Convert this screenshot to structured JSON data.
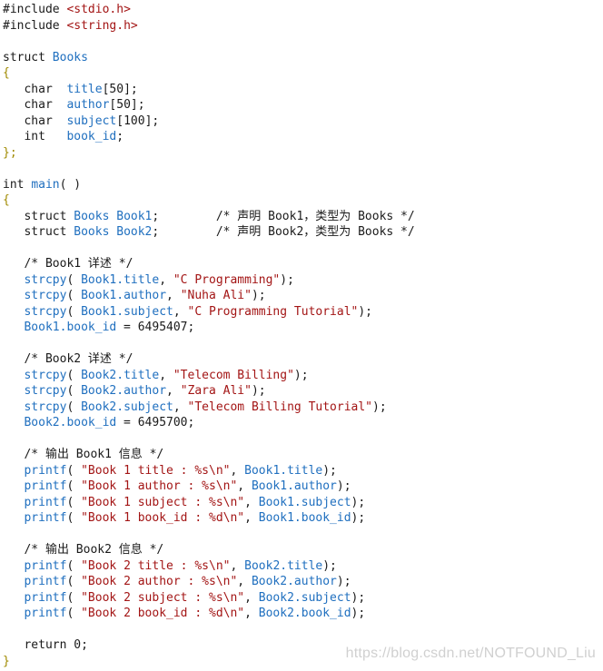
{
  "code_lines": [
    [
      {
        "t": "#include ",
        "c": "pre"
      },
      {
        "t": "<stdio.h>",
        "c": "hdr"
      }
    ],
    [
      {
        "t": "#include ",
        "c": "pre"
      },
      {
        "t": "<string.h>",
        "c": "hdr"
      }
    ],
    [],
    [
      {
        "t": "struct ",
        "c": "kw"
      },
      {
        "t": "Books",
        "c": "id"
      }
    ],
    [
      {
        "t": "{",
        "c": "brace"
      }
    ],
    [
      {
        "t": "   char  ",
        "c": "type"
      },
      {
        "t": "title",
        "c": "id"
      },
      {
        "t": "[",
        "c": "punc"
      },
      {
        "t": "50",
        "c": "num"
      },
      {
        "t": "];",
        "c": "punc"
      }
    ],
    [
      {
        "t": "   char  ",
        "c": "type"
      },
      {
        "t": "author",
        "c": "id"
      },
      {
        "t": "[",
        "c": "punc"
      },
      {
        "t": "50",
        "c": "num"
      },
      {
        "t": "];",
        "c": "punc"
      }
    ],
    [
      {
        "t": "   char  ",
        "c": "type"
      },
      {
        "t": "subject",
        "c": "id"
      },
      {
        "t": "[",
        "c": "punc"
      },
      {
        "t": "100",
        "c": "num"
      },
      {
        "t": "];",
        "c": "punc"
      }
    ],
    [
      {
        "t": "   int   ",
        "c": "type"
      },
      {
        "t": "book_id",
        "c": "id"
      },
      {
        "t": ";",
        "c": "punc"
      }
    ],
    [
      {
        "t": "};",
        "c": "brace"
      }
    ],
    [],
    [
      {
        "t": "int ",
        "c": "type"
      },
      {
        "t": "main",
        "c": "id"
      },
      {
        "t": "( )",
        "c": "punc"
      }
    ],
    [
      {
        "t": "{",
        "c": "brace"
      }
    ],
    [
      {
        "t": "   struct ",
        "c": "kw"
      },
      {
        "t": "Books Book1",
        "c": "id"
      },
      {
        "t": ";        ",
        "c": "punc"
      },
      {
        "t": "/* 声明 Book1，类型为 Books */",
        "c": "cmt"
      }
    ],
    [
      {
        "t": "   struct ",
        "c": "kw"
      },
      {
        "t": "Books Book2",
        "c": "id"
      },
      {
        "t": ";        ",
        "c": "punc"
      },
      {
        "t": "/* 声明 Book2，类型为 Books */",
        "c": "cmt"
      }
    ],
    [],
    [
      {
        "t": "   /* Book1 详述 */",
        "c": "cmt"
      }
    ],
    [
      {
        "t": "   ",
        "c": "plain"
      },
      {
        "t": "strcpy",
        "c": "id"
      },
      {
        "t": "( ",
        "c": "punc"
      },
      {
        "t": "Book1.title",
        "c": "id"
      },
      {
        "t": ", ",
        "c": "punc"
      },
      {
        "t": "\"C Programming\"",
        "c": "str"
      },
      {
        "t": ");",
        "c": "punc"
      }
    ],
    [
      {
        "t": "   ",
        "c": "plain"
      },
      {
        "t": "strcpy",
        "c": "id"
      },
      {
        "t": "( ",
        "c": "punc"
      },
      {
        "t": "Book1.author",
        "c": "id"
      },
      {
        "t": ", ",
        "c": "punc"
      },
      {
        "t": "\"Nuha Ali\"",
        "c": "str"
      },
      {
        "t": ");",
        "c": "punc"
      }
    ],
    [
      {
        "t": "   ",
        "c": "plain"
      },
      {
        "t": "strcpy",
        "c": "id"
      },
      {
        "t": "( ",
        "c": "punc"
      },
      {
        "t": "Book1.subject",
        "c": "id"
      },
      {
        "t": ", ",
        "c": "punc"
      },
      {
        "t": "\"C Programming Tutorial\"",
        "c": "str"
      },
      {
        "t": ");",
        "c": "punc"
      }
    ],
    [
      {
        "t": "   ",
        "c": "plain"
      },
      {
        "t": "Book1.book_id",
        "c": "id"
      },
      {
        "t": " = ",
        "c": "punc"
      },
      {
        "t": "6495407",
        "c": "num"
      },
      {
        "t": ";",
        "c": "punc"
      }
    ],
    [],
    [
      {
        "t": "   /* Book2 详述 */",
        "c": "cmt"
      }
    ],
    [
      {
        "t": "   ",
        "c": "plain"
      },
      {
        "t": "strcpy",
        "c": "id"
      },
      {
        "t": "( ",
        "c": "punc"
      },
      {
        "t": "Book2.title",
        "c": "id"
      },
      {
        "t": ", ",
        "c": "punc"
      },
      {
        "t": "\"Telecom Billing\"",
        "c": "str"
      },
      {
        "t": ");",
        "c": "punc"
      }
    ],
    [
      {
        "t": "   ",
        "c": "plain"
      },
      {
        "t": "strcpy",
        "c": "id"
      },
      {
        "t": "( ",
        "c": "punc"
      },
      {
        "t": "Book2.author",
        "c": "id"
      },
      {
        "t": ", ",
        "c": "punc"
      },
      {
        "t": "\"Zara Ali\"",
        "c": "str"
      },
      {
        "t": ");",
        "c": "punc"
      }
    ],
    [
      {
        "t": "   ",
        "c": "plain"
      },
      {
        "t": "strcpy",
        "c": "id"
      },
      {
        "t": "( ",
        "c": "punc"
      },
      {
        "t": "Book2.subject",
        "c": "id"
      },
      {
        "t": ", ",
        "c": "punc"
      },
      {
        "t": "\"Telecom Billing Tutorial\"",
        "c": "str"
      },
      {
        "t": ");",
        "c": "punc"
      }
    ],
    [
      {
        "t": "   ",
        "c": "plain"
      },
      {
        "t": "Book2.book_id",
        "c": "id"
      },
      {
        "t": " = ",
        "c": "punc"
      },
      {
        "t": "6495700",
        "c": "num"
      },
      {
        "t": ";",
        "c": "punc"
      }
    ],
    [],
    [
      {
        "t": "   /* 输出 Book1 信息 */",
        "c": "cmt"
      }
    ],
    [
      {
        "t": "   ",
        "c": "plain"
      },
      {
        "t": "printf",
        "c": "id"
      },
      {
        "t": "( ",
        "c": "punc"
      },
      {
        "t": "\"Book 1 title : %s\\n\"",
        "c": "str"
      },
      {
        "t": ", ",
        "c": "punc"
      },
      {
        "t": "Book1.title",
        "c": "id"
      },
      {
        "t": ");",
        "c": "punc"
      }
    ],
    [
      {
        "t": "   ",
        "c": "plain"
      },
      {
        "t": "printf",
        "c": "id"
      },
      {
        "t": "( ",
        "c": "punc"
      },
      {
        "t": "\"Book 1 author : %s\\n\"",
        "c": "str"
      },
      {
        "t": ", ",
        "c": "punc"
      },
      {
        "t": "Book1.author",
        "c": "id"
      },
      {
        "t": ");",
        "c": "punc"
      }
    ],
    [
      {
        "t": "   ",
        "c": "plain"
      },
      {
        "t": "printf",
        "c": "id"
      },
      {
        "t": "( ",
        "c": "punc"
      },
      {
        "t": "\"Book 1 subject : %s\\n\"",
        "c": "str"
      },
      {
        "t": ", ",
        "c": "punc"
      },
      {
        "t": "Book1.subject",
        "c": "id"
      },
      {
        "t": ");",
        "c": "punc"
      }
    ],
    [
      {
        "t": "   ",
        "c": "plain"
      },
      {
        "t": "printf",
        "c": "id"
      },
      {
        "t": "( ",
        "c": "punc"
      },
      {
        "t": "\"Book 1 book_id : %d\\n\"",
        "c": "str"
      },
      {
        "t": ", ",
        "c": "punc"
      },
      {
        "t": "Book1.book_id",
        "c": "id"
      },
      {
        "t": ");",
        "c": "punc"
      }
    ],
    [],
    [
      {
        "t": "   /* 输出 Book2 信息 */",
        "c": "cmt"
      }
    ],
    [
      {
        "t": "   ",
        "c": "plain"
      },
      {
        "t": "printf",
        "c": "id"
      },
      {
        "t": "( ",
        "c": "punc"
      },
      {
        "t": "\"Book 2 title : %s\\n\"",
        "c": "str"
      },
      {
        "t": ", ",
        "c": "punc"
      },
      {
        "t": "Book2.title",
        "c": "id"
      },
      {
        "t": ");",
        "c": "punc"
      }
    ],
    [
      {
        "t": "   ",
        "c": "plain"
      },
      {
        "t": "printf",
        "c": "id"
      },
      {
        "t": "( ",
        "c": "punc"
      },
      {
        "t": "\"Book 2 author : %s\\n\"",
        "c": "str"
      },
      {
        "t": ", ",
        "c": "punc"
      },
      {
        "t": "Book2.author",
        "c": "id"
      },
      {
        "t": ");",
        "c": "punc"
      }
    ],
    [
      {
        "t": "   ",
        "c": "plain"
      },
      {
        "t": "printf",
        "c": "id"
      },
      {
        "t": "( ",
        "c": "punc"
      },
      {
        "t": "\"Book 2 subject : %s\\n\"",
        "c": "str"
      },
      {
        "t": ", ",
        "c": "punc"
      },
      {
        "t": "Book2.subject",
        "c": "id"
      },
      {
        "t": ");",
        "c": "punc"
      }
    ],
    [
      {
        "t": "   ",
        "c": "plain"
      },
      {
        "t": "printf",
        "c": "id"
      },
      {
        "t": "( ",
        "c": "punc"
      },
      {
        "t": "\"Book 2 book_id : %d\\n\"",
        "c": "str"
      },
      {
        "t": ", ",
        "c": "punc"
      },
      {
        "t": "Book2.book_id",
        "c": "id"
      },
      {
        "t": ");",
        "c": "punc"
      }
    ],
    [],
    [
      {
        "t": "   return ",
        "c": "kw"
      },
      {
        "t": "0",
        "c": "num"
      },
      {
        "t": ";",
        "c": "punc"
      }
    ],
    [
      {
        "t": "}",
        "c": "brace"
      }
    ]
  ],
  "watermark": "https://blog.csdn.net/NOTFOUND_Liu",
  "colors": {
    "identifier": "#1f6fbf",
    "string": "#a31515",
    "brace": "#a08a00",
    "text": "#1a1a1a",
    "watermark": "#d0d0d0"
  }
}
